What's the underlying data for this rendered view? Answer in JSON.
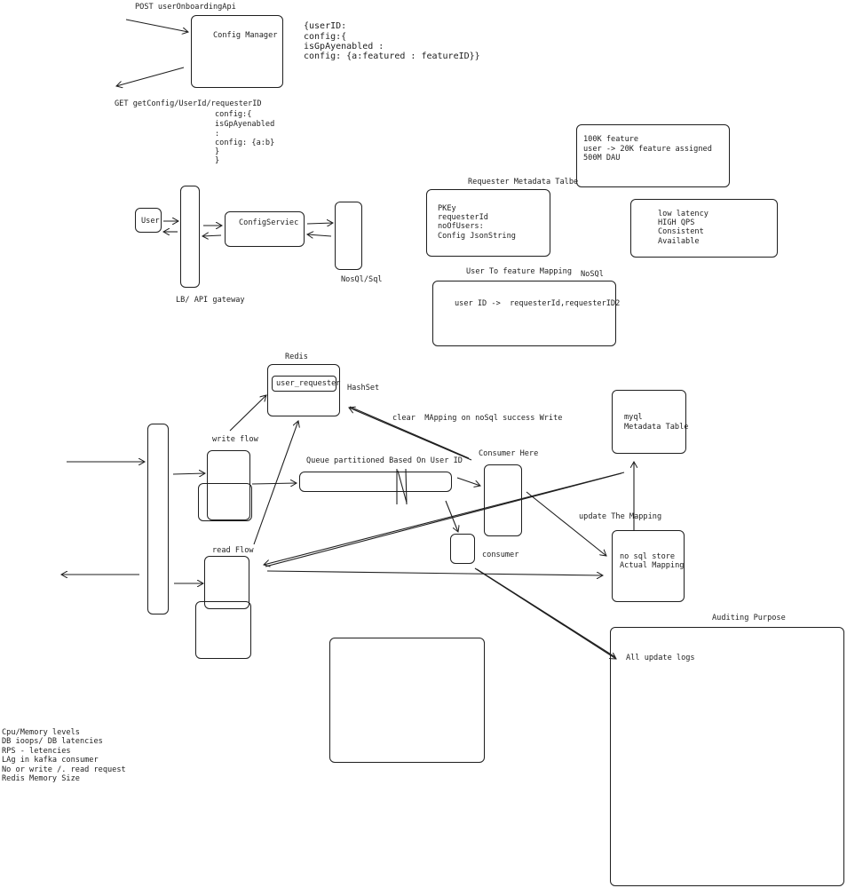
{
  "config_manager": {
    "post_api": "POST userOnboardingApi",
    "box_label": "Config Manager",
    "payload": [
      "{userID:",
      "config:{",
      "isGpAyenabled :",
      "config: {a:featured : featureID}}"
    ],
    "get_api": "GET getConfig/UserId/requesterID",
    "response": [
      "config:{",
      "isGpAyenabled",
      ":",
      "config: {a:b}",
      "}",
      "}"
    ]
  },
  "basic_flow": {
    "user": "User",
    "lb_label": "LB/ API gateway",
    "service": "ConfigServiec",
    "db_label": "NosQl/Sql"
  },
  "requester_table": {
    "title": "Requester Metadata Talbe",
    "fields": [
      "PKEy",
      "requesterId",
      "noOfUsers:",
      "Config JsonString"
    ]
  },
  "scale": [
    "100K feature",
    "user -> 20K feature assigned",
    "500M DAU"
  ],
  "nfr": [
    "low latency",
    "HIGH QPS",
    "Consistent",
    "Available"
  ],
  "mapping": {
    "title": "User To feature Mapping",
    "store": "NoSQl",
    "entry": "user ID ->  requesterId,requesterID2"
  },
  "cache": {
    "title": "Redis",
    "key": "user_requester",
    "type": "HashSet",
    "clear_note": "clear  MApping on noSql success Write"
  },
  "write_flow": "write flow",
  "read_flow": "read Flow",
  "queue": "Queue partitioned Based On User ID",
  "consumer_here": "Consumer Here",
  "consumer": "consumer",
  "mysql": [
    "myql",
    "Metadata Table"
  ],
  "update_mapping": "update The Mapping",
  "nosql_store": [
    "no sql store",
    "Actual Mapping"
  ],
  "audit": {
    "title": "Auditing Purpose",
    "label": "All update logs"
  },
  "metrics": [
    "Cpu/Memory levels",
    "DB ioops/ DB latencies",
    "RPS - letencies",
    "LAg in kafka consumer",
    "No or write /. read request",
    "Redis Memory Size"
  ]
}
